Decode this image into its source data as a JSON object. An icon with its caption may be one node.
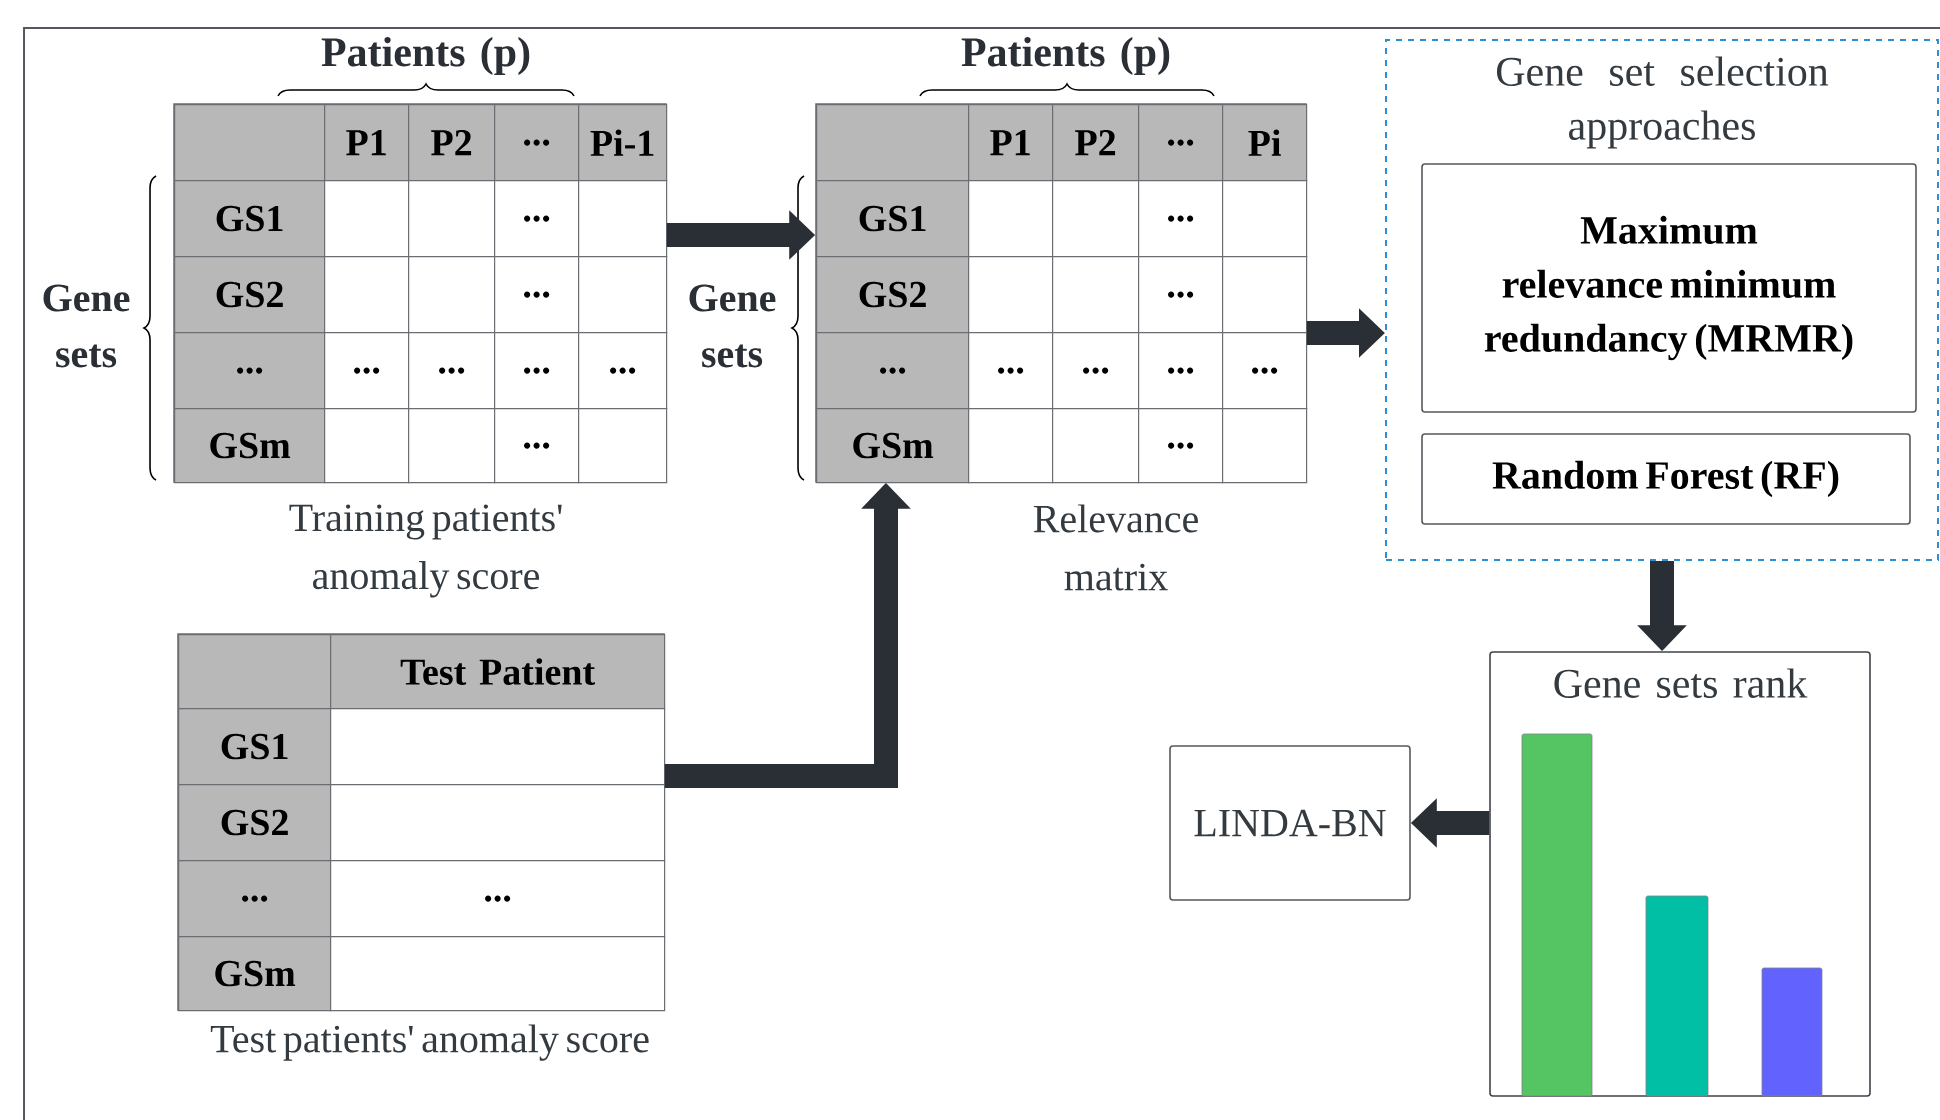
{
  "diagram": {
    "nodes": [
      {
        "text": [
          "P1",
          "P2",
          "...",
          "Pi-1",
          "GS1",
          "...",
          "GS2",
          "...",
          "...",
          "...",
          "...",
          "...",
          "...",
          "GSm",
          "..."
        ],
        "beside": [
          "Training patients' anomaly score"
        ]
      },
      {
        "text": [
          "P1",
          "P2",
          "...",
          "Pi",
          "GS1",
          "...",
          "GS2",
          "...",
          "...",
          "...",
          "...",
          "...",
          "...",
          "GSm",
          "..."
        ],
        "beside": [
          "Relevance matrix"
        ]
      },
      {
        "text": [
          "Gene set selection approaches"
        ]
      },
      {
        "text": [
          "Maximum relevance minimum redundancy (MRMR)"
        ],
        "in": 2
      },
      {
        "text": [
          "Random Forest (RF)"
        ],
        "in": 2
      },
      {
        "text": [
          "Gene sets rank"
        ]
      },
      {
        "text": [
          "LINDA-BN"
        ]
      },
      {
        "text": [
          "Test Patient",
          "GS1",
          "GS2",
          "...",
          "...",
          "GSm"
        ],
        "beside": [
          "Test patients' anomaly score"
        ]
      }
    ],
    "edges": [
      {
        "from": 0,
        "to": 1,
        "arrow": "to"
      },
      {
        "from": 7,
        "to": 1,
        "arrow": "to"
      },
      {
        "from": 1,
        "to": 2,
        "arrow": "to"
      },
      {
        "from": 2,
        "to": 5,
        "arrow": "to"
      },
      {
        "from": 5,
        "to": 6,
        "arrow": "to"
      }
    ],
    "labels": [
      "Patients (p)",
      "Gene sets",
      "Patients (p)",
      "Gene sets"
    ]
  }
}
